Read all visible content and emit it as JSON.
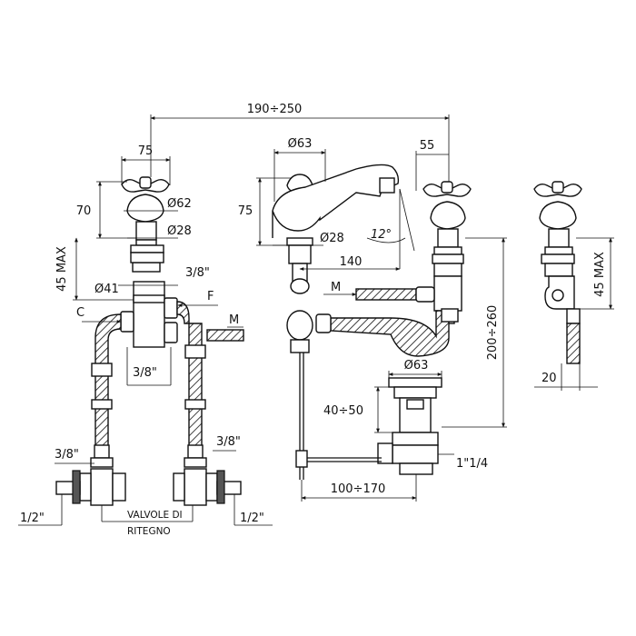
{
  "dimensions": {
    "overall_width": "190÷250",
    "handle_width_left": "75",
    "handle_height_left": "70",
    "handle_diameter_left": "Ø62",
    "shank_diameter_left": "Ø28",
    "shank_length_left": "45 MAX",
    "body_diameter_left": "Ø41",
    "thread_top_left": "3/8\"",
    "label_f": "F",
    "label_c": "C",
    "label_m_left": "M",
    "thread_bottom_left": "3/8\"",
    "thread_valve_left": "3/8\"",
    "thread_valve_right": "3/8\"",
    "inlet_left": "1/2\"",
    "inlet_right": "1/2\"",
    "spout_diameter": "Ø63",
    "spout_height": "75",
    "spout_shank": "Ø28",
    "spout_angle": "12°",
    "spout_reach": "140",
    "right_handle_offset": "55",
    "label_m_center": "M",
    "height_range": "200÷260",
    "waste_diameter": "Ø63",
    "waste_height": "40÷50",
    "waste_thread": "1\"1/4",
    "rod_distance": "100÷170",
    "side_shank_length": "45 MAX",
    "side_offset": "20"
  },
  "labels": {
    "valves_line1": "VALVOLE DI",
    "valves_line2": "RITEGNO"
  }
}
